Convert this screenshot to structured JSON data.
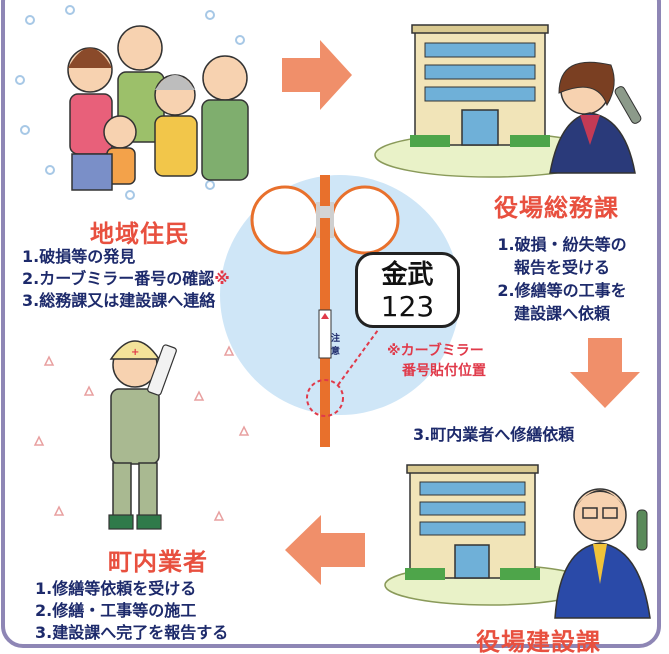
{
  "residents": {
    "title": "地域住民",
    "items": [
      "1.破損等の発見",
      "2.カーブミラー番号の確認",
      "3.総務課又は建設課へ連絡"
    ],
    "mark": "※"
  },
  "general_affairs": {
    "title": "役場総務課",
    "items": [
      "1.破損・紛失等の",
      "報告を受ける",
      "2.修繕等の工事を",
      "建設課へ依頼"
    ]
  },
  "request_step": {
    "text": "3.町内業者へ修繕依頼"
  },
  "construction": {
    "title": "役場建設課"
  },
  "contractor": {
    "title": "町内業者",
    "items": [
      "1.修繕等依頼を受ける",
      "2.修繕・工事等の施工",
      "3.建設課へ完了を報告する"
    ]
  },
  "mirror": {
    "plate_line1": "金武",
    "plate_line2": "123",
    "pole_sign_chars": [
      "注",
      "意"
    ],
    "note_line1": "※カーブミラー",
    "note_line2": "番号貼付位置"
  },
  "colors": {
    "heading": "#e8503f",
    "body_text": "#1d2a6b",
    "note_red": "#e03a4a",
    "arrow": "#f08f6a",
    "pole": "#e8702c",
    "mirror_bg": "#cfe6f7",
    "frame": "#8e86b5"
  },
  "icons": [
    "family-illustration",
    "office-building-icon",
    "woman-phone-illustration",
    "man-phone-illustration",
    "worker-illustration",
    "curve-mirror-icon"
  ]
}
